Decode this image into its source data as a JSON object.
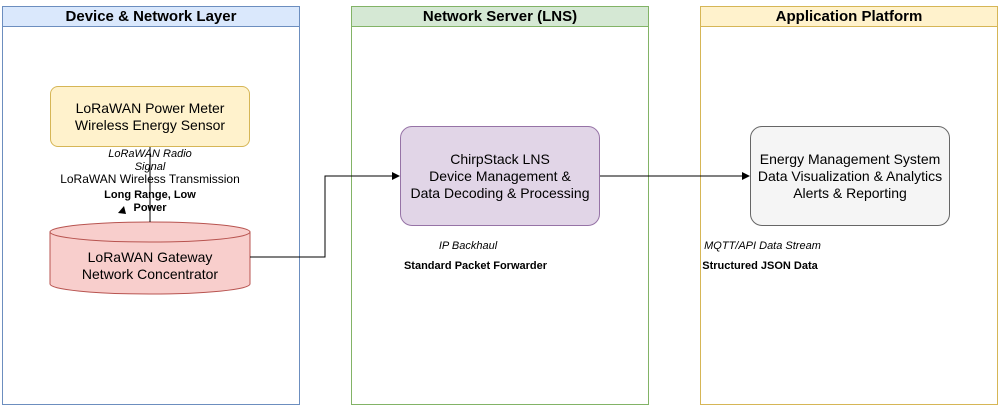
{
  "lanes": {
    "device": {
      "title": "Device & Network Layer"
    },
    "lns": {
      "title": "Network Server (LNS)"
    },
    "app": {
      "title": "Application Platform"
    }
  },
  "nodes": {
    "meter": {
      "line1": "LoRaWAN Power Meter",
      "line2": "Wireless Energy Sensor"
    },
    "gateway": {
      "line1": "LoRaWAN Gateway",
      "line2": "Network Concentrator"
    },
    "lns": {
      "line1": "ChirpStack LNS",
      "line2": "Device Management &",
      "line3": "Data Decoding & Processing"
    },
    "ems": {
      "line1": "Energy Management System",
      "line2": "Data Visualization & Analytics",
      "line3": "Alerts & Reporting"
    }
  },
  "labels": {
    "radio_signal_1": "LoRaWAN Radio",
    "radio_signal_2": "Signal",
    "wireless_transmission": "LoRaWAN Wireless Transmission",
    "long_range_1": "Long Range, Low",
    "long_range_2": "Power",
    "ip_backhaul": "IP Backhaul",
    "packet_forwarder": "Standard Packet Forwarder",
    "mqtt_stream": "MQTT/API Data Stream",
    "json_data": "Structured JSON Data"
  },
  "colors": {
    "device_lane": "#dae8fc",
    "lns_lane": "#d5e8d4",
    "app_lane": "#fff2cc",
    "meter_fill": "#fff2cc",
    "gateway_fill": "#f8cecc",
    "lns_fill": "#e1d5e7",
    "ems_fill": "#f5f5f5"
  }
}
